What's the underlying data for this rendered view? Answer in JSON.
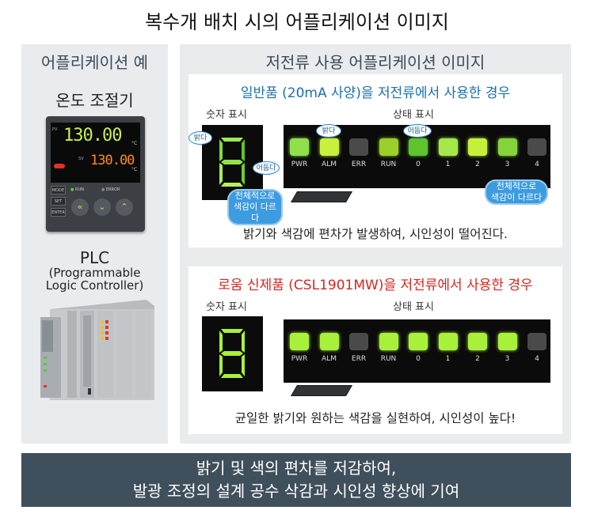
{
  "title": "복수개 배치 시의 어플리케이션 이미지",
  "left_panel": {
    "title": "어플리케이션 예",
    "temp_label": "온도 조절기",
    "controller": {
      "pv_label": "PV",
      "sv_label": "SV",
      "pv_value": "130.00",
      "sv_value": "130.00",
      "unit": "°C",
      "run_label": "RUN",
      "error_label": "ERROR",
      "mode_label": "MODE",
      "set_label": "SET",
      "enter_label": "ENTER"
    },
    "plc_title": "PLC",
    "plc_sub1": "(Programmable",
    "plc_sub2": "Logic Controller)"
  },
  "right_panel": {
    "title": "저전류 사용 어플리케이션 이미지",
    "card1": {
      "heading": "일반품 (20mA 사양)을 저전류에서 사용한 경우",
      "digit_label": "숫자 표시",
      "status_label": "상태 표시",
      "bubble_bright1": "밝다",
      "bubble_dark1": "어둡다",
      "bubble_bright2": "밝다",
      "bubble_dark2": "어둡다",
      "bubble_color1": "전체적으로\n색감이 다르다",
      "bubble_color2": "전체적으로\n색감이 다르다",
      "note": "밝기와 색감에 편차가 발생하여, 시인성이 떨어진다."
    },
    "card2": {
      "heading": "로움 신제품 (CSL1901MW)을 저전류에서 사용한 경우",
      "digit_label": "숫자 표시",
      "status_label": "상태 표시",
      "note": "균일한 밝기와 원하는 색감을 실현하여, 시인성이 높다!"
    },
    "led_labels": [
      "PWR",
      "ALM",
      "ERR",
      "RUN",
      "0",
      "1",
      "2",
      "3",
      "4"
    ]
  },
  "footer": {
    "line1": "밝기 및 색의 편차를 저감하여,",
    "line2": "발광 조정의 설계 공수 삭감과 시인성 향상에 기여"
  },
  "colors": {
    "led_on_1": [
      "#8fe04a",
      "#c8f03c",
      null,
      "#9bcf2a",
      "#5ec32c",
      "#a6e84a",
      "#c5f03a",
      "#86d23a",
      null
    ],
    "led_on_2": [
      "#a8f03a",
      "#a8f03a",
      null,
      "#a8f03a",
      "#a8f03a",
      "#a8f03a",
      "#a8f03a",
      "#a8f03a",
      null
    ],
    "led_off": "#4a4a4a",
    "digit_green": "#7fe04a"
  }
}
